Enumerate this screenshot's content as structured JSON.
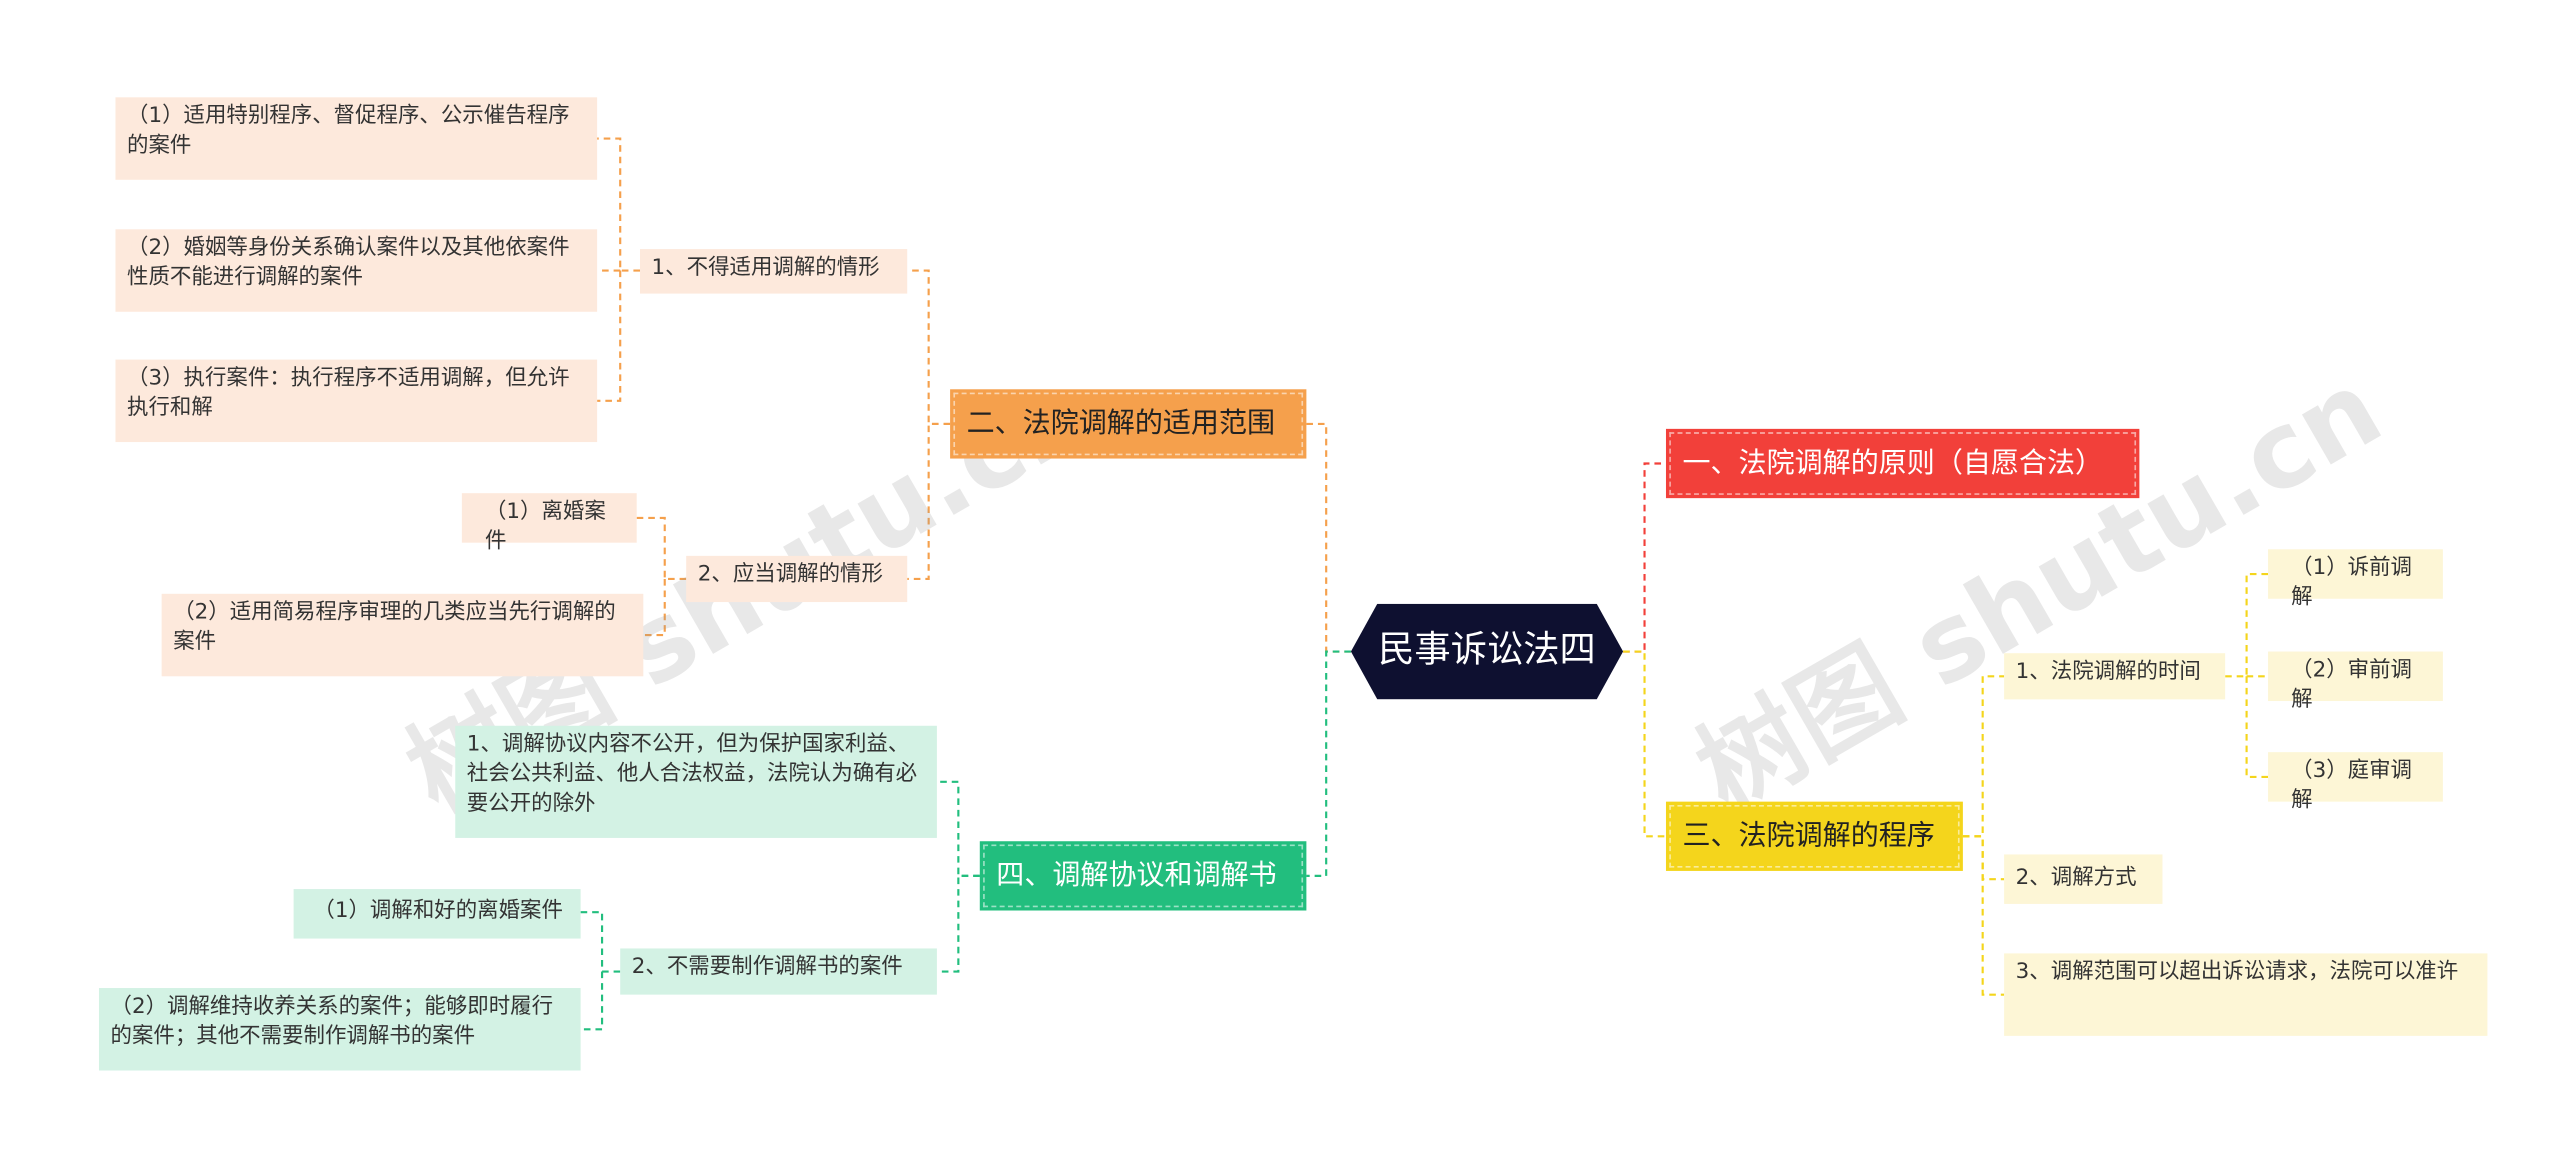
{
  "root": "民事诉讼法四",
  "watermark": "树图 shutu.cn",
  "colors": {
    "red": "#f2403a",
    "orange": "#f5a04c",
    "yellow": "#f4d51c",
    "green": "#22be7e",
    "root": "#0e1030"
  },
  "branches": {
    "b1": {
      "label": "一、法院调解的原则（自愿合法）"
    },
    "b2": {
      "label": "二、法院调解的适用范围",
      "sub1": {
        "label": "1、不得适用调解的情形",
        "items": [
          "（1）适用特别程序、督促程序、公示催告程序的案件",
          "（2）婚姻等身份关系确认案件以及其他依案件性质不能进行调解的案件",
          "（3）执行案件：执行程序不适用调解，但允许执行和解"
        ]
      },
      "sub2": {
        "label": "2、应当调解的情形",
        "items": [
          "（1）离婚案件",
          "（2）适用简易程序审理的几类应当先行调解的案件"
        ]
      }
    },
    "b3": {
      "label": "三、法院调解的程序",
      "sub1": {
        "label": "1、法院调解的时间",
        "items": [
          "（1）诉前调解",
          "（2）审前调解",
          "（3）庭审调解"
        ]
      },
      "sub2": {
        "label": "2、调解方式"
      },
      "sub3": {
        "label": "3、调解范围可以超出诉讼请求，法院可以准许"
      }
    },
    "b4": {
      "label": "四、调解协议和调解书",
      "sub1": {
        "label": "1、调解协议内容不公开，但为保护国家利益、社会公共利益、他人合法权益，法院认为确有必要公开的除外"
      },
      "sub2": {
        "label": "2、不需要制作调解书的案件",
        "items": [
          "（1）调解和好的离婚案件",
          "（2）调解维持收养关系的案件；能够即时履行的案件；其他不需要制作调解书的案件"
        ]
      }
    }
  }
}
